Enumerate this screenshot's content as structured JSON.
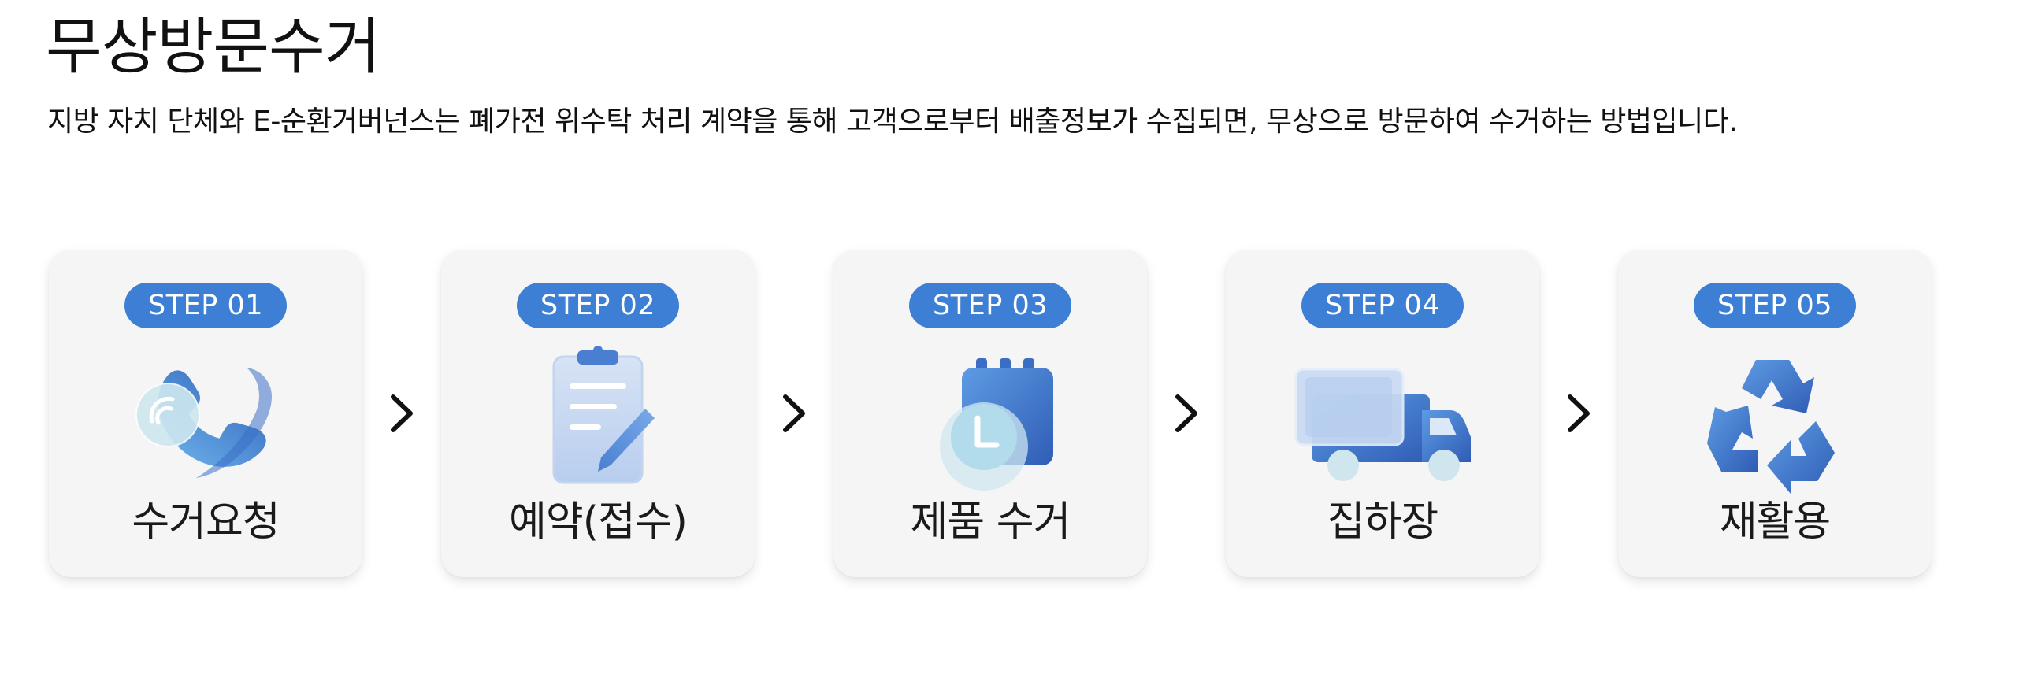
{
  "page": {
    "title": "무상방문수거",
    "description": "지방 자치 단체와 E-순환거버넌스는 폐가전 위수탁 처리 계약을 통해 고객으로부터 배출정보가 수집되면, 무상으로 방문하여 수거하는 방법입니다."
  },
  "steps": [
    {
      "badge": "STEP 01",
      "label": "수거요청",
      "icon": "phone-icon"
    },
    {
      "badge": "STEP 02",
      "label": "예약(접수)",
      "icon": "clipboard-icon"
    },
    {
      "badge": "STEP 03",
      "label": "제품 수거",
      "icon": "calendar-clock-icon"
    },
    {
      "badge": "STEP 04",
      "label": "집하장",
      "icon": "truck-icon"
    },
    {
      "badge": "STEP 05",
      "label": "재활용",
      "icon": "recycle-icon"
    }
  ],
  "colors": {
    "badge": "#3d7fd4",
    "card": "#f5f5f5",
    "icon_dark": "#2f64b8",
    "icon_light": "#7fb1ec"
  }
}
